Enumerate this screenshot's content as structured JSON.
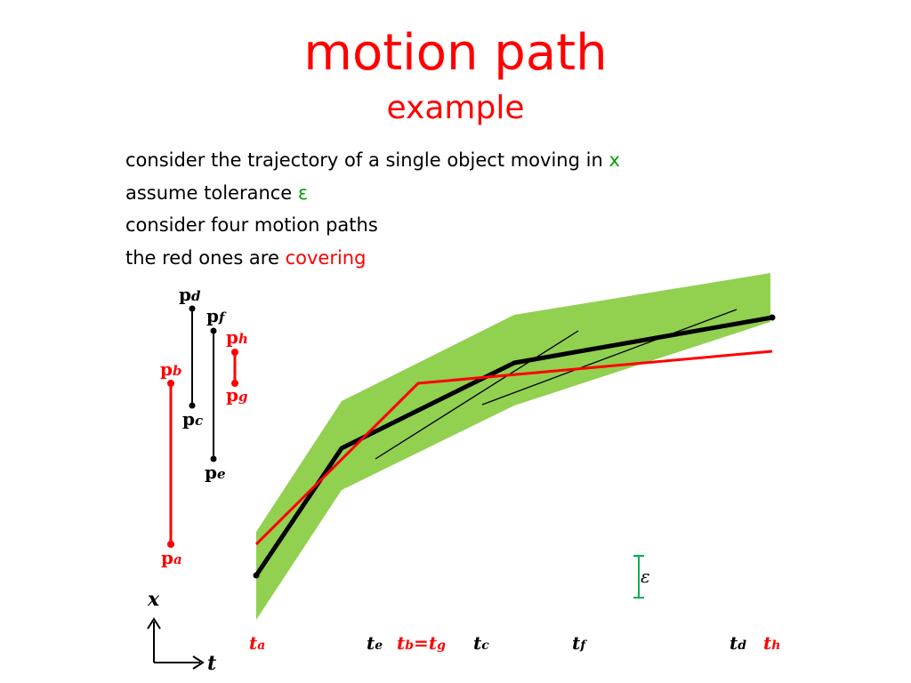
{
  "title": "motion path",
  "subtitle": "example",
  "bullets": [
    {
      "text": "consider the trajectory of a single object moving in ",
      "keyword": "x",
      "keyword_color": "#00a000"
    },
    {
      "text": "assume tolerance ",
      "keyword": "ε",
      "keyword_color": "#00a000"
    },
    {
      "text": "consider four motion paths",
      "keyword": "",
      "keyword_color": ""
    },
    {
      "text": "the red ones are ",
      "keyword": "covering",
      "keyword_color": "#ff0000"
    }
  ],
  "colors": {
    "band": "#92d050",
    "red": "#ff0000",
    "black": "#000000",
    "green": "#00b050"
  },
  "position_labels": [
    {
      "main": "p",
      "sub": "d",
      "color": "#000000"
    },
    {
      "main": "p",
      "sub": "c",
      "color": "#000000"
    },
    {
      "main": "p",
      "sub": "f",
      "color": "#000000"
    },
    {
      "main": "p",
      "sub": "e",
      "color": "#000000"
    },
    {
      "main": "p",
      "sub": "h",
      "color": "#ff0000"
    },
    {
      "main": "p",
      "sub": "g",
      "color": "#ff0000"
    },
    {
      "main": "p",
      "sub": "b",
      "color": "#ff0000"
    },
    {
      "main": "p",
      "sub": "a",
      "color": "#ff0000"
    }
  ],
  "time_labels": [
    {
      "parts": [
        {
          "t": "t",
          "s": "a"
        }
      ],
      "color": "#ff0000"
    },
    {
      "parts": [
        {
          "t": "t",
          "s": "e"
        }
      ],
      "color": "#000000"
    },
    {
      "parts": [
        {
          "t": "t",
          "s": "b"
        },
        {
          "t": "=",
          "s": ""
        },
        {
          "t": "t",
          "s": "g"
        }
      ],
      "color": "#ff0000"
    },
    {
      "parts": [
        {
          "t": "t",
          "s": "c"
        }
      ],
      "color": "#000000"
    },
    {
      "parts": [
        {
          "t": "t",
          "s": "f"
        }
      ],
      "color": "#000000"
    },
    {
      "parts": [
        {
          "t": "t",
          "s": "d"
        }
      ],
      "color": "#000000"
    },
    {
      "parts": [
        {
          "t": "t",
          "s": "h"
        }
      ],
      "color": "#ff0000"
    }
  ],
  "axes": {
    "x_label": "x",
    "t_label": "t"
  },
  "tolerance_label": "ε"
}
